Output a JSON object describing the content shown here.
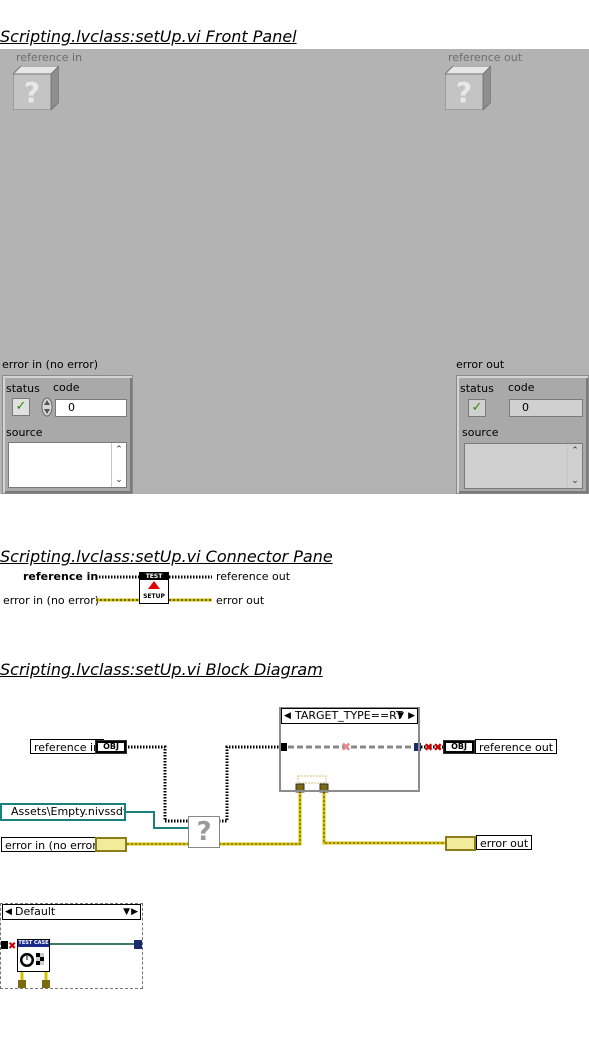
{
  "front_panel": {
    "title": "Scripting.lvclass:setUp.vi Front Panel",
    "reference_in_label": "reference in",
    "reference_out_label": "reference out",
    "error_in": {
      "label": "error in (no error)",
      "status_label": "status",
      "code_label": "code",
      "code_value": "0",
      "source_label": "source",
      "status_check": "✓"
    },
    "error_out": {
      "label": "error out",
      "status_label": "status",
      "code_label": "code",
      "code_value": "0",
      "source_label": "source",
      "status_check": "✓"
    },
    "refnum_glyph": "?"
  },
  "connector_pane": {
    "title": "Scripting.lvclass:setUp.vi Connector Pane",
    "left_top": "reference in",
    "left_bottom": "error in (no error)",
    "right_top": "reference out",
    "right_bottom": "error out",
    "icon_top_text": "TEST",
    "icon_bottom_text": "SETUP"
  },
  "block_diagram": {
    "title": "Scripting.lvclass:setUp.vi Block Diagram",
    "reference_in": "reference in",
    "obj_tag": "OBJ",
    "path_constant": "Assets\\Empty.nivssdf",
    "error_in": "error in (no error)",
    "case_selector": "TARGET_TYPE==RT",
    "reference_out": "reference out",
    "error_out": "error out",
    "default_case": "Default",
    "subvi_glyph": "?",
    "testcase_text": "TEST CASE",
    "colors": {
      "refnum_wire": "#000000",
      "error_wire": "#d4c200",
      "path_wire": "#1a7f7f",
      "case_frame": "#8c8c8c"
    }
  }
}
